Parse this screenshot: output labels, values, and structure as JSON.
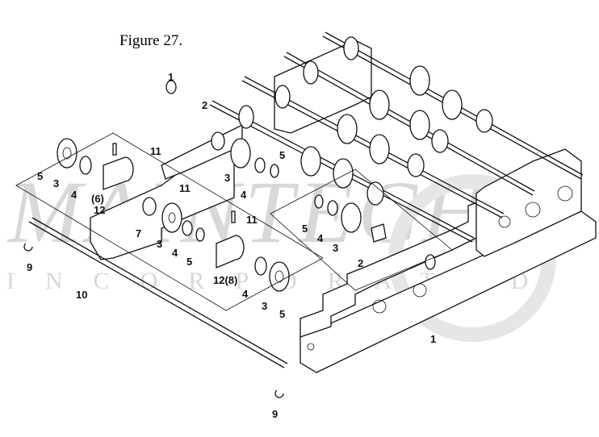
{
  "figure": {
    "title": "Figure 27.",
    "watermark": {
      "logo_text": "MAINTECH",
      "subtitle": "INCORPORATED"
    },
    "callouts": [
      {
        "id": "c1a",
        "text": "1"
      },
      {
        "id": "c2a",
        "text": "2"
      },
      {
        "id": "c11a",
        "text": "11"
      },
      {
        "id": "c5a",
        "text": "5"
      },
      {
        "id": "c3a",
        "text": "3"
      },
      {
        "id": "c4a",
        "text": "4"
      },
      {
        "id": "c6",
        "text": "(6)"
      },
      {
        "id": "c12a",
        "text": "12"
      },
      {
        "id": "c11b",
        "text": "11"
      },
      {
        "id": "c3b",
        "text": "3"
      },
      {
        "id": "c5b",
        "text": "5"
      },
      {
        "id": "c4b",
        "text": "4"
      },
      {
        "id": "c7",
        "text": "7"
      },
      {
        "id": "c3c",
        "text": "3"
      },
      {
        "id": "c4c",
        "text": "4"
      },
      {
        "id": "c5c",
        "text": "5"
      },
      {
        "id": "c11c",
        "text": "11"
      },
      {
        "id": "c12b",
        "text": "12(8)"
      },
      {
        "id": "c4d",
        "text": "4"
      },
      {
        "id": "c3d",
        "text": "3"
      },
      {
        "id": "c5d",
        "text": "5"
      },
      {
        "id": "c5e",
        "text": "5"
      },
      {
        "id": "c4e",
        "text": "4"
      },
      {
        "id": "c3e",
        "text": "3"
      },
      {
        "id": "c2b",
        "text": "2"
      },
      {
        "id": "c1b",
        "text": "1"
      },
      {
        "id": "c9a",
        "text": "9"
      },
      {
        "id": "c10",
        "text": "10"
      },
      {
        "id": "c9b",
        "text": "9"
      }
    ]
  }
}
